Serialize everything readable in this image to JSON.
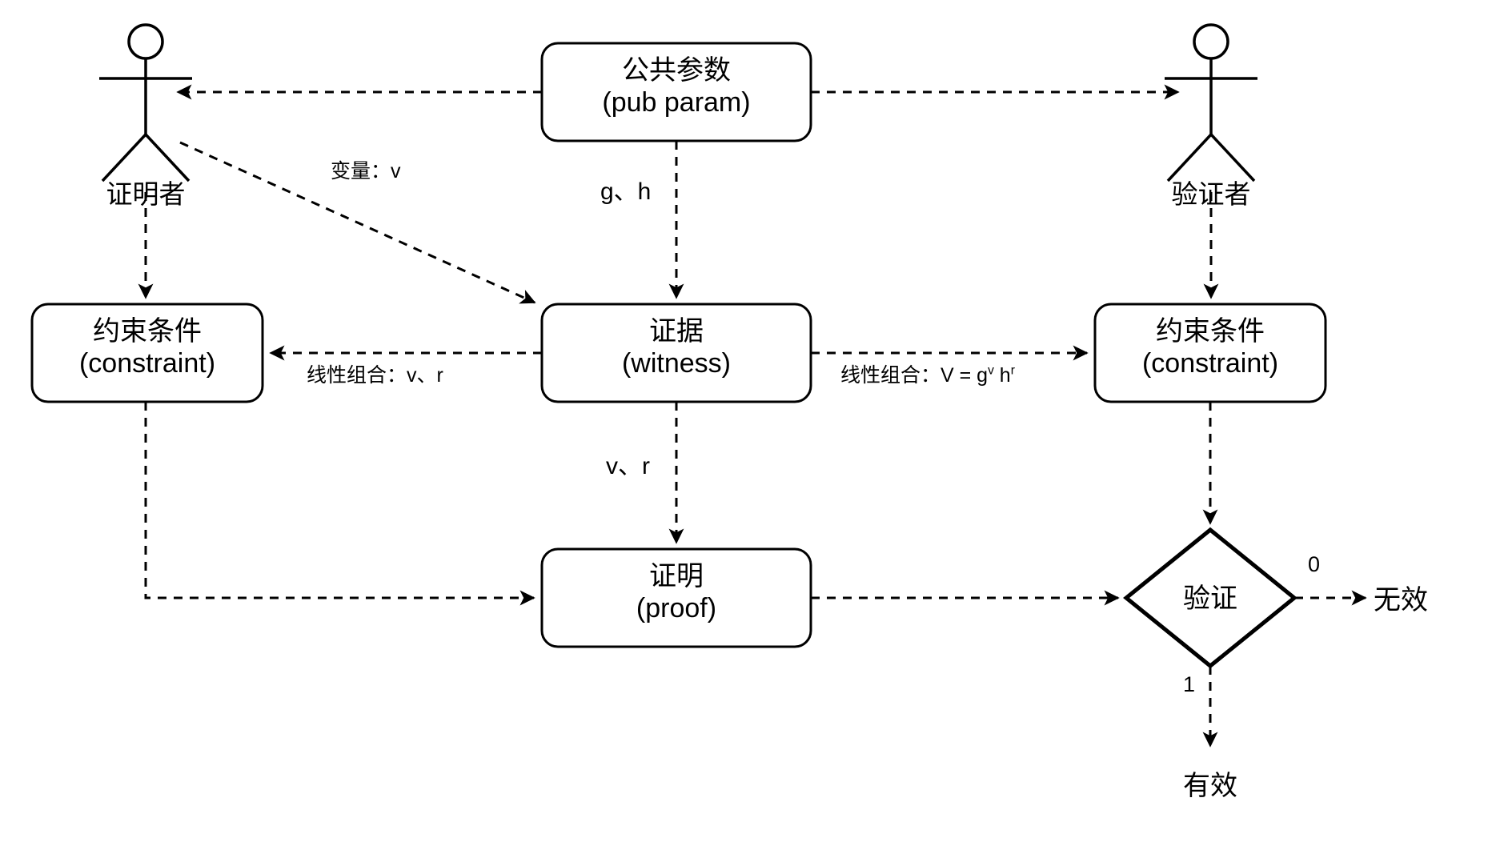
{
  "diagram": {
    "title": "zero-knowledge proof flow",
    "colors": {
      "stroke": "#000000",
      "fill": "#ffffff",
      "text": "#000000"
    },
    "actors": [
      {
        "id": "prover",
        "label": "证明者",
        "icon": "stick-figure-icon"
      },
      {
        "id": "verifier",
        "label": "验证者",
        "icon": "stick-figure-icon"
      }
    ],
    "nodes": [
      {
        "id": "pub-param",
        "cn": "公共参数",
        "en": "(pub param)",
        "shape": "rounded-rect"
      },
      {
        "id": "constraint-left",
        "cn": "约束条件",
        "en": "(constraint)",
        "shape": "rounded-rect"
      },
      {
        "id": "witness",
        "cn": "证据",
        "en": "(witness)",
        "shape": "rounded-rect"
      },
      {
        "id": "constraint-right",
        "cn": "约束条件",
        "en": "(constraint)",
        "shape": "rounded-rect"
      },
      {
        "id": "proof",
        "cn": "证明",
        "en": "(proof)",
        "shape": "rounded-rect"
      },
      {
        "id": "verify",
        "cn": "验证",
        "en": "",
        "shape": "diamond"
      }
    ],
    "terminals": [
      {
        "id": "invalid",
        "label": "无效"
      },
      {
        "id": "valid",
        "label": "有效"
      }
    ],
    "edge_labels": {
      "variable": "变量：v",
      "gh": "g、h",
      "linear_left": "线性组合：v、r",
      "linear_right_prefix": "线性组合：",
      "linear_right_formula": "V = g",
      "linear_right_sup1": "v",
      "linear_right_mid": " h",
      "linear_right_sup2": "r",
      "vr": "v、r",
      "flag_zero": "0",
      "flag_one": "1"
    }
  }
}
